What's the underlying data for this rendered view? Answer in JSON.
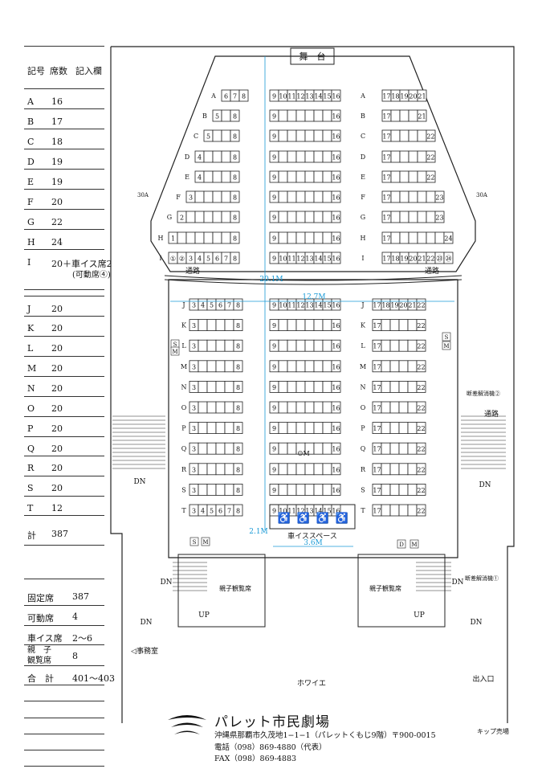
{
  "legend": {
    "header": {
      "code": "記号",
      "count": "席数",
      "note": "記入欄"
    },
    "rows": [
      {
        "code": "A",
        "count": "16"
      },
      {
        "code": "B",
        "count": "17"
      },
      {
        "code": "C",
        "count": "18"
      },
      {
        "code": "D",
        "count": "19"
      },
      {
        "code": "E",
        "count": "19"
      },
      {
        "code": "F",
        "count": "20"
      },
      {
        "code": "G",
        "count": "22"
      },
      {
        "code": "H",
        "count": "24"
      },
      {
        "code": "I",
        "count": "20＋車イス席2",
        "note": "(可動席④)"
      },
      {
        "code": "J",
        "count": "20"
      },
      {
        "code": "K",
        "count": "20"
      },
      {
        "code": "L",
        "count": "20"
      },
      {
        "code": "M",
        "count": "20"
      },
      {
        "code": "N",
        "count": "20"
      },
      {
        "code": "O",
        "count": "20"
      },
      {
        "code": "P",
        "count": "20"
      },
      {
        "code": "Q",
        "count": "20"
      },
      {
        "code": "R",
        "count": "20"
      },
      {
        "code": "S",
        "count": "20"
      },
      {
        "code": "T",
        "count": "12"
      }
    ],
    "total": {
      "label": "計",
      "value": "387"
    },
    "summary": [
      {
        "label": "固定席",
        "value": "387"
      },
      {
        "label": "可動席",
        "value": "4"
      },
      {
        "label": "車イス席",
        "value": "2〜6"
      },
      {
        "label": "親　子\n観覧席",
        "value": "8"
      },
      {
        "label": "合　計",
        "value": "401〜403"
      }
    ]
  },
  "hall": {
    "stage": "舞　台",
    "dim_depth": "20.1M",
    "dim_width": "12.7M",
    "dim_small": "2.1M",
    "dim_wc": "3.6M",
    "wheelchair_space": "車イススペース",
    "aisle": "通路",
    "down": "DN",
    "up": "UP",
    "family_room": "親子観覧席",
    "foyer": "ホワイエ",
    "office": "◁事務室",
    "entrance": "出入口",
    "ticket": "キップ売場",
    "breaker_2": "断差解消機②",
    "breaker_1": "断差解消機①",
    "breaker_30a": "30A",
    "s_mark": "S",
    "m_mark": "M",
    "d_mark": "D",
    "center_mark": "☺M"
  },
  "brand": {
    "name": "パレット市民劇場",
    "address": "沖縄県那覇市久茂地1−1−1（パレットくもじ9階）〒900-0015",
    "tel": "電話（098）869-4880（代表）",
    "fax": "FAX（098）869-4883"
  }
}
